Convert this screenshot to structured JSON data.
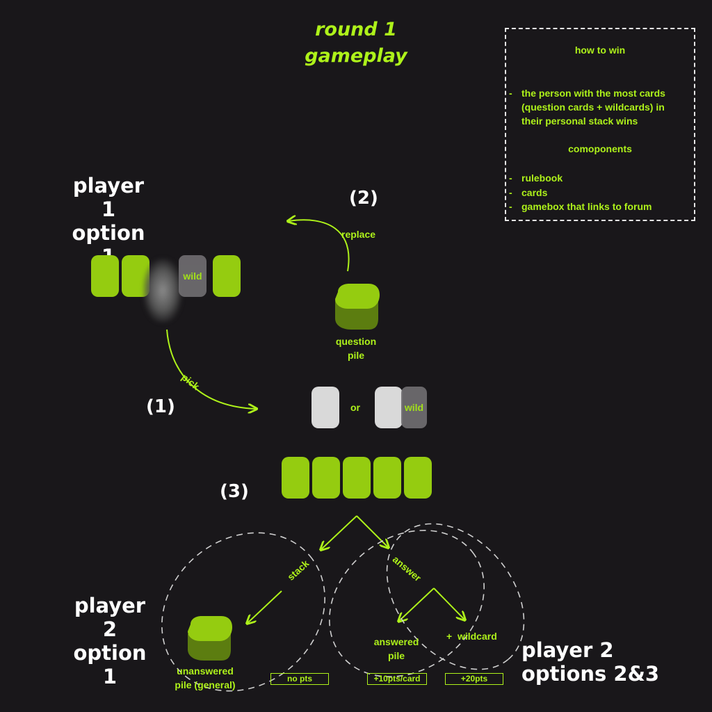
{
  "title": {
    "line1": "round 1",
    "line2": "gameplay"
  },
  "labels": {
    "p1_line1": "player 1",
    "p1_line2": "option 1",
    "p2a_line1": "player 2",
    "p2a_line2": "option 1",
    "p2b_line1": "player 2",
    "p2b_line2": "options 2&3",
    "step1": "(1)",
    "step2": "(2)",
    "step3": "(3)"
  },
  "arrows": {
    "replace": "replace",
    "pick": "pick",
    "stack": "stack",
    "answer": "answer"
  },
  "cards": {
    "wild": "wild",
    "or": "or",
    "plus_wildcard": "+  wildcard"
  },
  "piles": {
    "question_l1": "question",
    "question_l2": "pile",
    "answered_l1": "answered",
    "answered_l2": "pile",
    "unanswered_l1": "unanswered",
    "unanswered_l2": "pile (general)"
  },
  "points": {
    "none": "no pts",
    "answered": "+10pts/card",
    "wild": "+20pts"
  },
  "rules": {
    "how_to_win_heading": "how to win",
    "win_line1": "the person with the most cards",
    "win_line2": "(question cards + wildcards) in",
    "win_line3": "their personal stack wins",
    "components_heading": "comoponents",
    "components": [
      "rulebook",
      "cards",
      "gamebox that links to forum"
    ],
    "dash": "-"
  },
  "colors": {
    "background": "#19171a",
    "accent": "#aef21a",
    "card": "#95cc10",
    "grey_card": "#d9d9d9",
    "wild_card": "#6f6d70"
  }
}
